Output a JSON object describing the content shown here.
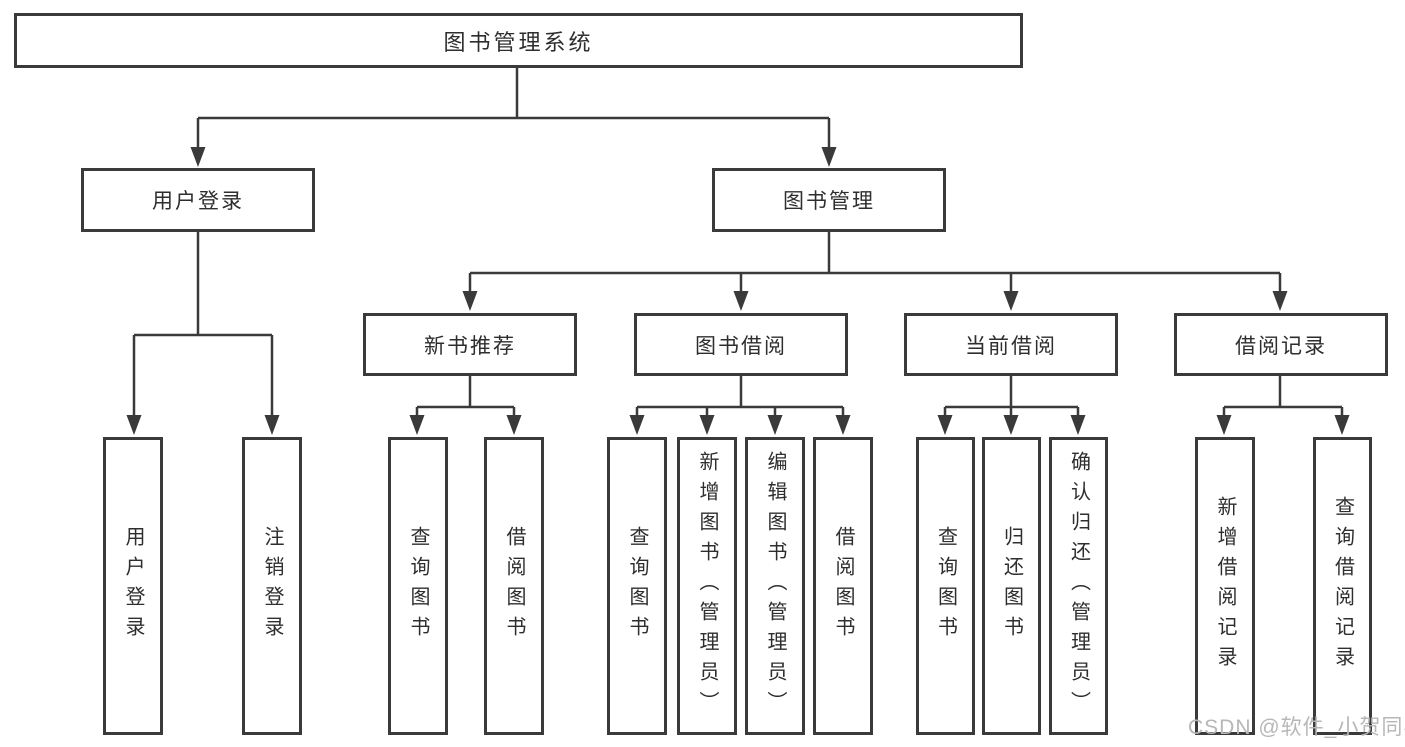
{
  "tree": {
    "root": {
      "label": "图书管理系统",
      "children": [
        {
          "label": "用户登录",
          "children": [
            {
              "label": "用户登录"
            },
            {
              "label": "注销登录"
            }
          ]
        },
        {
          "label": "图书管理",
          "children": [
            {
              "label": "新书推荐",
              "children": [
                {
                  "label": "查询图书"
                },
                {
                  "label": "借阅图书"
                }
              ]
            },
            {
              "label": "图书借阅",
              "children": [
                {
                  "label": "查询图书"
                },
                {
                  "label": "新增图书（管理员）"
                },
                {
                  "label": "编辑图书（管理员）"
                },
                {
                  "label": "借阅图书"
                }
              ]
            },
            {
              "label": "当前借阅",
              "children": [
                {
                  "label": "查询图书"
                },
                {
                  "label": "归还图书"
                },
                {
                  "label": "确认归还（管理员）"
                }
              ]
            },
            {
              "label": "借阅记录",
              "children": [
                {
                  "label": "新增借阅记录"
                },
                {
                  "label": "查询借阅记录"
                }
              ]
            }
          ]
        }
      ]
    }
  },
  "watermark": "CSDN @软件_小贺同学",
  "colors": {
    "line": "#3a3a3a",
    "text": "#2e2e2e",
    "watermark": "#b7b7b7",
    "background": "#ffffff"
  }
}
